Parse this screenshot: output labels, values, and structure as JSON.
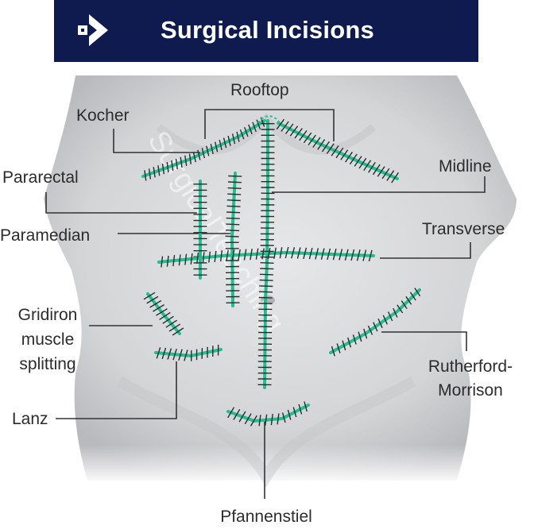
{
  "header": {
    "title": "Surgical Incisions",
    "logo_icon": "arrow-chevron-logo-icon"
  },
  "watermark": "SurgicalTeaching",
  "colors": {
    "header_bg": "#0f1b4f",
    "incision": "#1fbf8f",
    "suture": "#2b2b2b",
    "body": "#d3d4d6"
  },
  "labels": {
    "rooftop": "Rooftop",
    "kocher": "Kocher",
    "midline": "Midline",
    "pararectal": "Pararectal",
    "paramedian": "Paramedian",
    "transverse": "Transverse",
    "gridiron_1": "Gridiron",
    "gridiron_2": "muscle",
    "gridiron_3": "splitting",
    "rutherford_1": "Rutherford-",
    "rutherford_2": "Morrison",
    "lanz": "Lanz",
    "pfannenstiel": "Pfannenstiel"
  }
}
